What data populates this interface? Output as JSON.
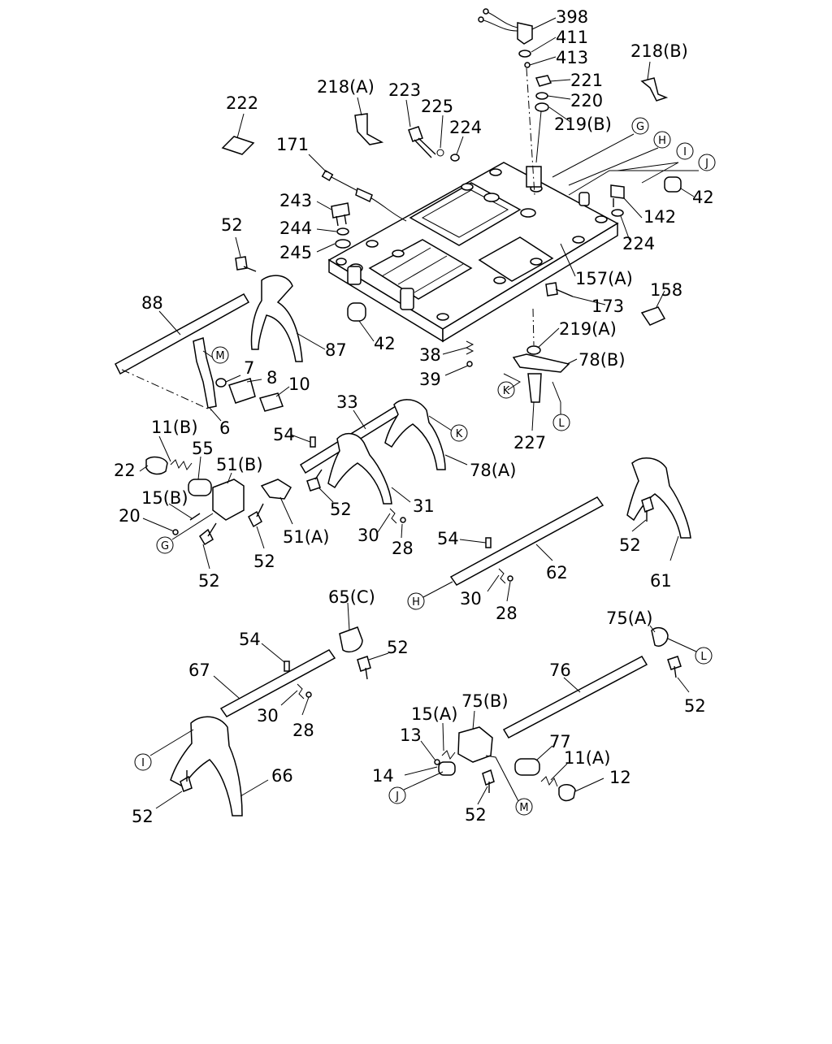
{
  "labels": [
    {
      "id": "p398",
      "text": "398"
    },
    {
      "id": "p411",
      "text": "411"
    },
    {
      "id": "p413",
      "text": "413"
    },
    {
      "id": "p218B",
      "text": "218(B)"
    },
    {
      "id": "p221",
      "text": "221"
    },
    {
      "id": "p220",
      "text": "220"
    },
    {
      "id": "p219B",
      "text": "219(B)"
    },
    {
      "id": "p218A",
      "text": "218(A)"
    },
    {
      "id": "p223",
      "text": "223"
    },
    {
      "id": "p225",
      "text": "225"
    },
    {
      "id": "p224a",
      "text": "224"
    },
    {
      "id": "p222",
      "text": "222"
    },
    {
      "id": "p171",
      "text": "171"
    },
    {
      "id": "p243",
      "text": "243"
    },
    {
      "id": "p244",
      "text": "244"
    },
    {
      "id": "p245",
      "text": "245"
    },
    {
      "id": "p52a",
      "text": "52"
    },
    {
      "id": "p42a",
      "text": "42"
    },
    {
      "id": "p142",
      "text": "142"
    },
    {
      "id": "p224b",
      "text": "224"
    },
    {
      "id": "p157A",
      "text": "157(A)"
    },
    {
      "id": "p158",
      "text": "158"
    },
    {
      "id": "p173",
      "text": "173"
    },
    {
      "id": "p88",
      "text": "88"
    },
    {
      "id": "p87",
      "text": "87"
    },
    {
      "id": "p42b",
      "text": "42"
    },
    {
      "id": "p219A",
      "text": "219(A)"
    },
    {
      "id": "p38",
      "text": "38"
    },
    {
      "id": "p78B",
      "text": "78(B)"
    },
    {
      "id": "p39",
      "text": "39"
    },
    {
      "id": "p7",
      "text": "7"
    },
    {
      "id": "p8",
      "text": "8"
    },
    {
      "id": "p10",
      "text": "10"
    },
    {
      "id": "p6",
      "text": "6"
    },
    {
      "id": "p33",
      "text": "33"
    },
    {
      "id": "p11B",
      "text": "11(B)"
    },
    {
      "id": "p54a",
      "text": "54"
    },
    {
      "id": "p55",
      "text": "55"
    },
    {
      "id": "p51B",
      "text": "51(B)"
    },
    {
      "id": "p22",
      "text": "22"
    },
    {
      "id": "p78A",
      "text": "78(A)"
    },
    {
      "id": "p227",
      "text": "227"
    },
    {
      "id": "p15B",
      "text": "15(B)"
    },
    {
      "id": "p52b",
      "text": "52"
    },
    {
      "id": "p31",
      "text": "31"
    },
    {
      "id": "p20",
      "text": "20"
    },
    {
      "id": "p30a",
      "text": "30"
    },
    {
      "id": "p51A",
      "text": "51(A)"
    },
    {
      "id": "p28a",
      "text": "28"
    },
    {
      "id": "p52c",
      "text": "52"
    },
    {
      "id": "p52d",
      "text": "52"
    },
    {
      "id": "p54b",
      "text": "54"
    },
    {
      "id": "p52e",
      "text": "52"
    },
    {
      "id": "p62",
      "text": "62"
    },
    {
      "id": "p61",
      "text": "61"
    },
    {
      "id": "p30b",
      "text": "30"
    },
    {
      "id": "p28b",
      "text": "28"
    },
    {
      "id": "p65C",
      "text": "65(C)"
    },
    {
      "id": "p75A",
      "text": "75(A)"
    },
    {
      "id": "p54c",
      "text": "54"
    },
    {
      "id": "p52f",
      "text": "52"
    },
    {
      "id": "p67",
      "text": "67"
    },
    {
      "id": "p76",
      "text": "76"
    },
    {
      "id": "p52g",
      "text": "52"
    },
    {
      "id": "p30c",
      "text": "30"
    },
    {
      "id": "p28c",
      "text": "28"
    },
    {
      "id": "p15A",
      "text": "15(A)"
    },
    {
      "id": "p75B",
      "text": "75(B)"
    },
    {
      "id": "p13",
      "text": "13"
    },
    {
      "id": "p77",
      "text": "77"
    },
    {
      "id": "p11A",
      "text": "11(A)"
    },
    {
      "id": "p14",
      "text": "14"
    },
    {
      "id": "p12",
      "text": "12"
    },
    {
      "id": "p66",
      "text": "66"
    },
    {
      "id": "p52h",
      "text": "52"
    },
    {
      "id": "p52i",
      "text": "52"
    }
  ],
  "refs": [
    {
      "id": "rG1",
      "text": "G"
    },
    {
      "id": "rH1",
      "text": "H"
    },
    {
      "id": "rI1",
      "text": "I"
    },
    {
      "id": "rJ1",
      "text": "J"
    },
    {
      "id": "rM1",
      "text": "M"
    },
    {
      "id": "rK1",
      "text": "K"
    },
    {
      "id": "rK2",
      "text": "K"
    },
    {
      "id": "rL1",
      "text": "L"
    },
    {
      "id": "rG2",
      "text": "G"
    },
    {
      "id": "rH2",
      "text": "H"
    },
    {
      "id": "rL2",
      "text": "L"
    },
    {
      "id": "rI2",
      "text": "I"
    },
    {
      "id": "rJ2",
      "text": "J"
    },
    {
      "id": "rM2",
      "text": "M"
    }
  ]
}
